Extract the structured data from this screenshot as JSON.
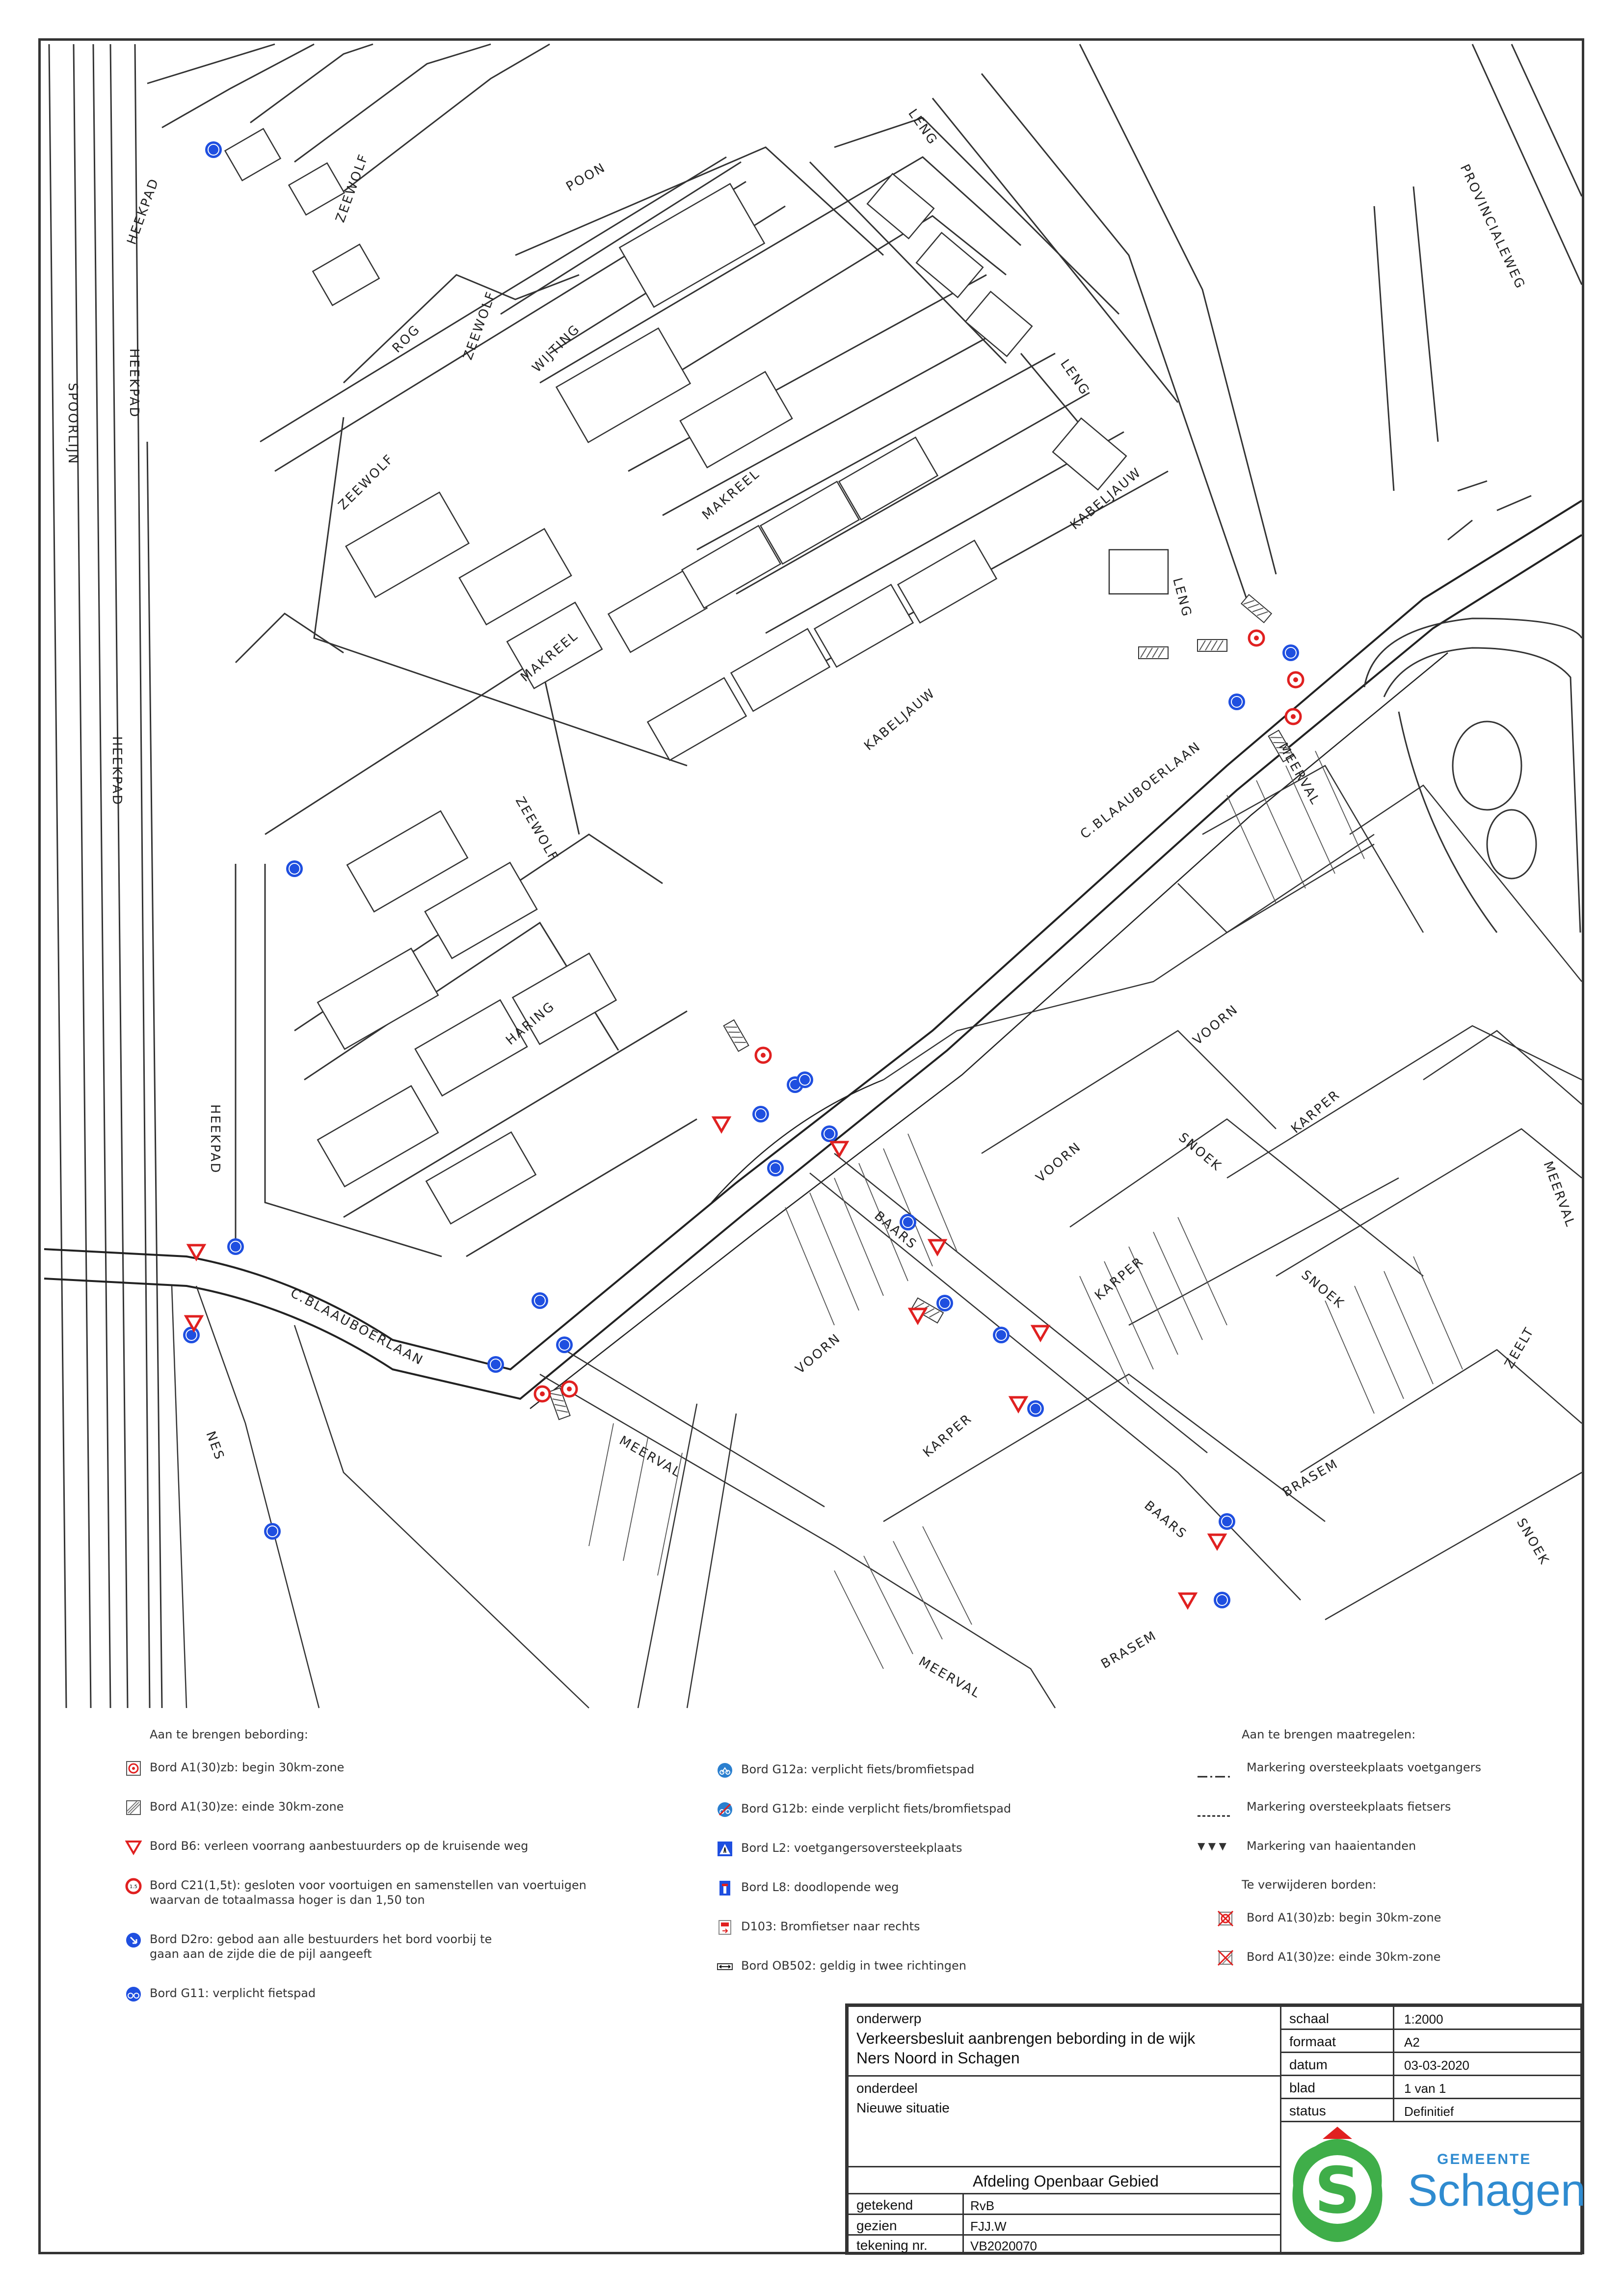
{
  "map": {
    "streets": [
      {
        "id": "heekpad-1",
        "text": "HEEKPAD"
      },
      {
        "id": "heekpad-2",
        "text": "HEEKPAD"
      },
      {
        "id": "heekpad-3",
        "text": "HEEKPAD"
      },
      {
        "id": "heekpad-4",
        "text": "HEEKPAD"
      },
      {
        "id": "spoorlijn",
        "text": "SPOORLIJN"
      },
      {
        "id": "zeewolf-1",
        "text": "ZEEWOLF"
      },
      {
        "id": "zeewolf-2",
        "text": "ZEEWOLF"
      },
      {
        "id": "zeewolf-3",
        "text": "ZEEWOLF"
      },
      {
        "id": "zeewolf-4",
        "text": "ZEEWOLF"
      },
      {
        "id": "rog",
        "text": "ROG"
      },
      {
        "id": "wijting",
        "text": "WIJTING"
      },
      {
        "id": "poon",
        "text": "POON"
      },
      {
        "id": "leng-1",
        "text": "LENG"
      },
      {
        "id": "leng-2",
        "text": "LENG"
      },
      {
        "id": "leng-3",
        "text": "LENG"
      },
      {
        "id": "provincialeweg",
        "text": "PROVINCIALEWEG"
      },
      {
        "id": "makreel-1",
        "text": "MAKREEL"
      },
      {
        "id": "makreel-2",
        "text": "MAKREEL"
      },
      {
        "id": "kabeljauw-1",
        "text": "KABELJAUW"
      },
      {
        "id": "kabeljauw-2",
        "text": "KABELJAUW"
      },
      {
        "id": "cblaauboerlaan-1",
        "text": "C.BLAAUBOERLAAN"
      },
      {
        "id": "cblaauboerlaan-2",
        "text": "C.BLAAUBOERLAAN"
      },
      {
        "id": "meerval-1",
        "text": "MEERVAL"
      },
      {
        "id": "meerval-2",
        "text": "MEERVAL"
      },
      {
        "id": "meerval-3",
        "text": "MEERVAL"
      },
      {
        "id": "meerval-4",
        "text": "MEERVAL"
      },
      {
        "id": "haring",
        "text": "HARING"
      },
      {
        "id": "voorn-1",
        "text": "VOORN"
      },
      {
        "id": "voorn-2",
        "text": "VOORN"
      },
      {
        "id": "voorn-3",
        "text": "VOORN"
      },
      {
        "id": "snoek-1",
        "text": "SNOEK"
      },
      {
        "id": "snoek-2",
        "text": "SNOEK"
      },
      {
        "id": "snoek-3",
        "text": "SNOEK"
      },
      {
        "id": "karper-1",
        "text": "KARPER"
      },
      {
        "id": "karper-2",
        "text": "KARPER"
      },
      {
        "id": "karper-3",
        "text": "KARPER"
      },
      {
        "id": "baars-1",
        "text": "BAARS"
      },
      {
        "id": "baars-2",
        "text": "BAARS"
      },
      {
        "id": "brasem-1",
        "text": "BRASEM"
      },
      {
        "id": "brasem-2",
        "text": "BRASEM"
      },
      {
        "id": "zeelt",
        "text": "ZEELT"
      },
      {
        "id": "nes",
        "text": "NES"
      }
    ]
  },
  "legend_left": {
    "heading": "Aan te brengen bebording:",
    "items": [
      {
        "icon": "sign-a1-30zb-icon",
        "text": "Bord A1(30)zb: begin 30km-zone"
      },
      {
        "icon": "sign-a1-30ze-icon",
        "text": "Bord A1(30)ze: einde 30km-zone"
      },
      {
        "icon": "sign-b6-triangle-icon",
        "text": "Bord B6: verleen voorrang aanbestuurders op de kruisende weg"
      },
      {
        "icon": "sign-c21-icon",
        "text": "Bord C21(1,5t): gesloten voor voortuigen en samenstellen van voertuigen\n        waarvan de totaalmassa hoger is dan 1,50 ton"
      },
      {
        "icon": "sign-d2ro-icon",
        "text": "Bord D2ro: gebod aan alle bestuurders het bord voorbij te\ngaan aan de zijde die de pijl aangeeft"
      },
      {
        "icon": "sign-g11-icon",
        "text": "Bord G11: verplicht fietspad"
      }
    ]
  },
  "legend_mid": {
    "items": [
      {
        "icon": "sign-g12a-icon",
        "text": "Bord G12a: verplicht fiets/bromfietspad"
      },
      {
        "icon": "sign-g12b-icon",
        "text": "Bord G12b: einde verplicht fiets/bromfietspad"
      },
      {
        "icon": "sign-l2-icon",
        "text": "Bord L2: voetgangersoversteekplaats"
      },
      {
        "icon": "sign-l8-icon",
        "text": "Bord L8: doodlopende weg"
      },
      {
        "icon": "sign-d103-icon",
        "text": "D103: Bromfietser naar rechts"
      },
      {
        "icon": "sign-ob502-icon",
        "text": "Bord OB502: geldig in twee richtingen"
      }
    ]
  },
  "legend_right": {
    "heading": "Aan te brengen maatregelen:",
    "items": [
      {
        "icon": "dash-dot-line-icon",
        "text": "Markering oversteekplaats voetgangers"
      },
      {
        "icon": "dashed-line-icon",
        "text": "Markering oversteekplaats fietsers"
      },
      {
        "icon": "shark-teeth-icon",
        "symbol": "▼ ▼ ▼",
        "text": "Markering van haaientanden"
      }
    ],
    "remove_heading": "Te verwijderen borden:",
    "remove_items": [
      {
        "icon": "remove-a1-30zb-icon",
        "text": "Bord A1(30)zb: begin 30km-zone"
      },
      {
        "icon": "remove-a1-30ze-icon",
        "text": "Bord A1(30)ze: einde 30km-zone"
      }
    ]
  },
  "title_block": {
    "onderwerp_label": "onderwerp",
    "onderwerp_line1": "Verkeersbesluit aanbrengen bebording in de wijk",
    "onderwerp_line2": "Ners Noord in Schagen",
    "onderdeel_label": "onderdeel",
    "onderdeel_value": "Nieuwe situatie",
    "afdeling": "Afdeling Openbaar Gebied",
    "getekend_label": "getekend",
    "getekend_value": "RvB",
    "gezien_label": "gezien",
    "gezien_value": "FJJ.W",
    "tekening_label": "tekening nr.",
    "tekening_value": "VB2020070",
    "schaal_label": "schaal",
    "schaal_value": "1:2000",
    "formaat_label": "formaat",
    "formaat_value": "A2",
    "datum_label": "datum",
    "datum_value": "03-03-2020",
    "blad_label": "blad",
    "blad_value": "1 van 1",
    "status_label": "status",
    "status_value": "Definitief",
    "logo_gemeente": "GEMEENTE",
    "logo_name": "Schagen",
    "logo_letter": "S"
  },
  "colors": {
    "sign_blue": "#1f4fe0",
    "sign_red": "#e02020",
    "logo_green": "#3fae49",
    "logo_blue": "#2f8bd0"
  }
}
